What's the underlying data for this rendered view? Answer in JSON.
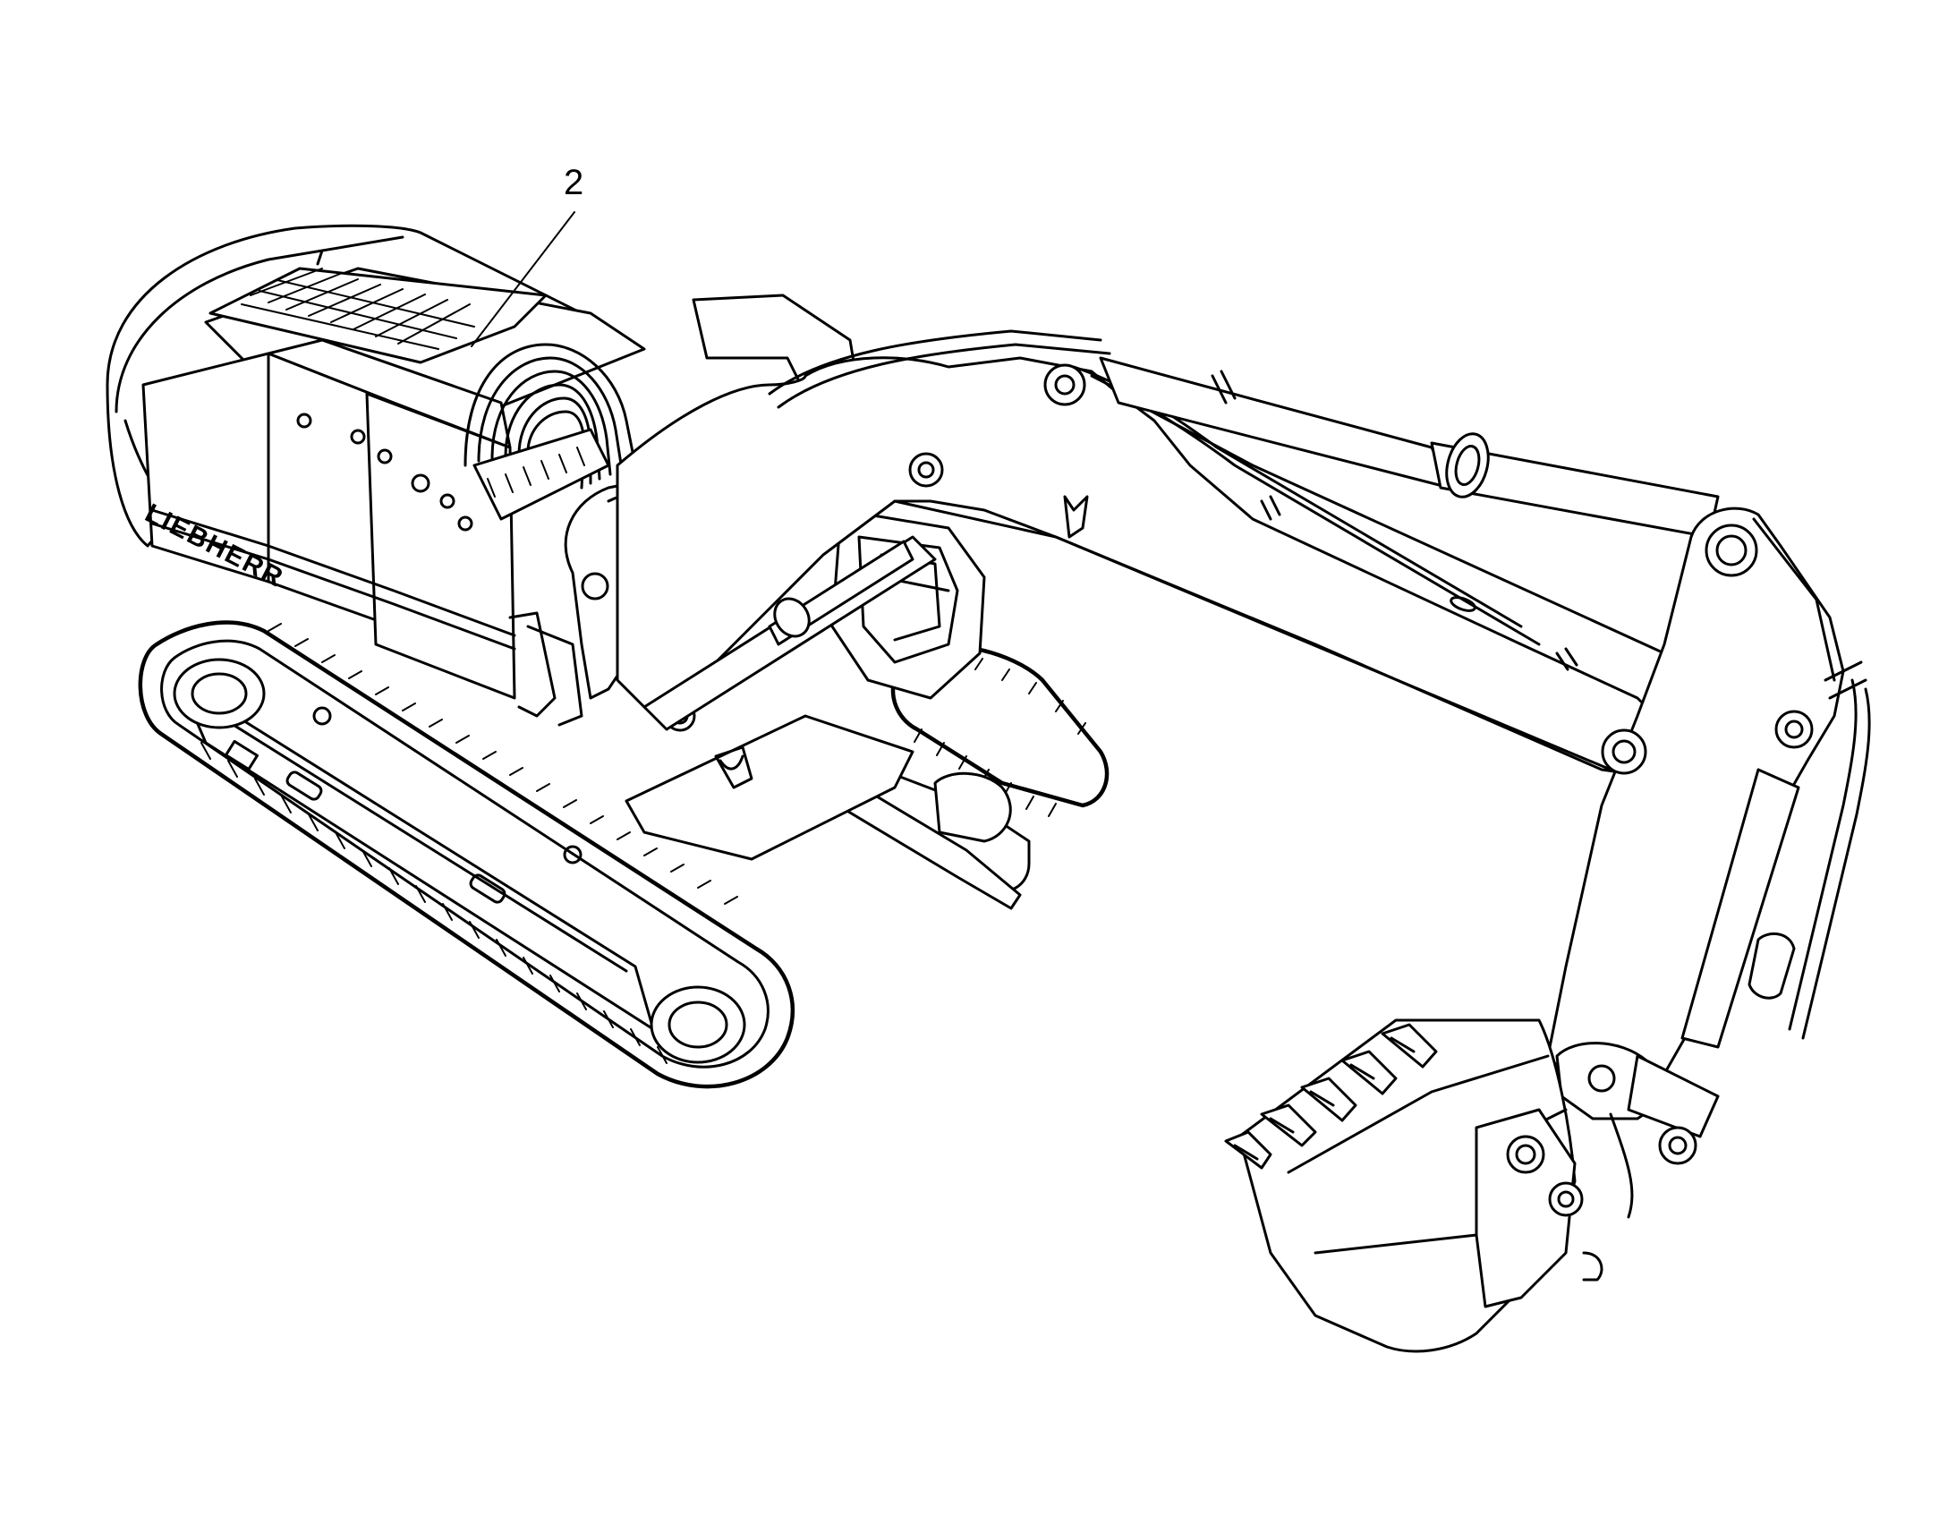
{
  "figure": {
    "callout_label": "2",
    "brand_text": "LIEBHERR"
  },
  "icons": {
    "drawing": "excavator-line-drawing"
  },
  "colors": {
    "ink": "#000000",
    "paper": "#ffffff"
  }
}
